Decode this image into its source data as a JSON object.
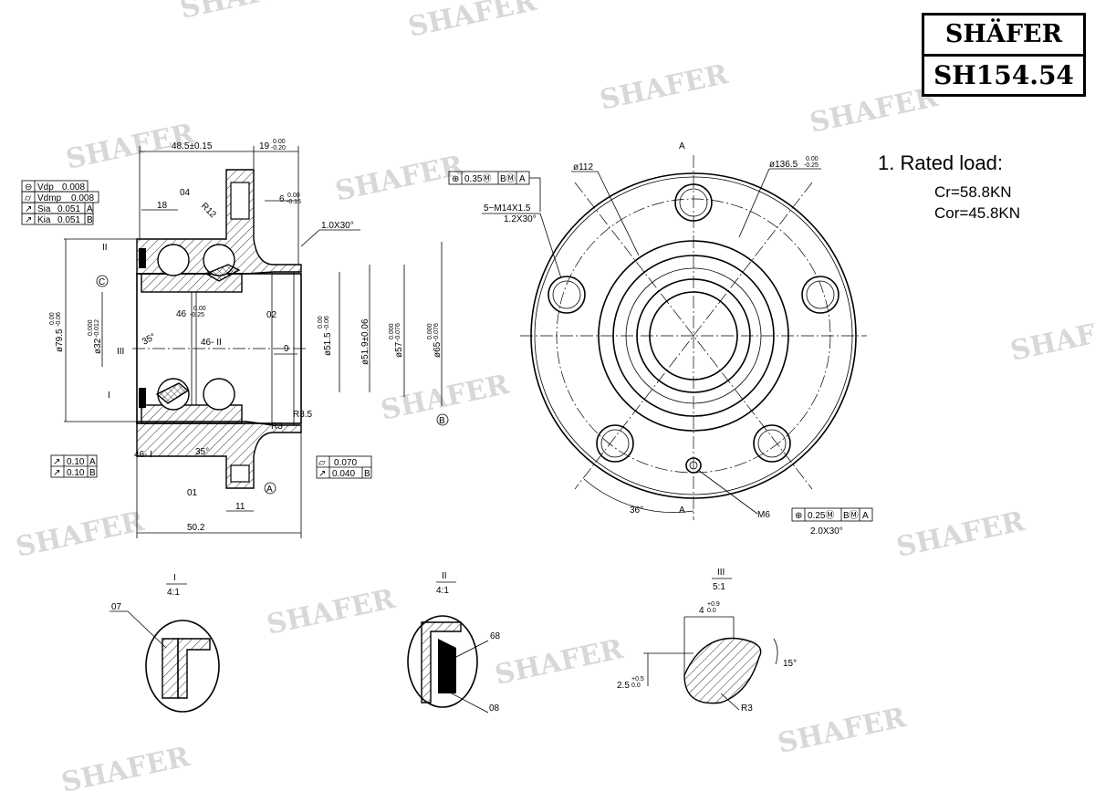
{
  "title_block": {
    "brand": "SHÄFER",
    "part_number": "SH154.54"
  },
  "rated_load": {
    "heading": "1. Rated load:",
    "cr": "Cr=58.8KN",
    "cor": "Cor=45.8KN"
  },
  "watermark": "SHAFER",
  "section_view": {
    "tolerance_table": [
      {
        "symbol": "⊖",
        "label": "Vdp",
        "value": "0.008",
        "ref": ""
      },
      {
        "symbol": "⌭",
        "label": "Vdmp",
        "value": "0.008",
        "ref": ""
      },
      {
        "symbol": "↗",
        "label": "Sia",
        "value": "0.051",
        "ref": "A"
      },
      {
        "symbol": "↗",
        "label": "Kia",
        "value": "0.051",
        "ref": "B"
      }
    ],
    "dims": {
      "width_48": "48.5±0.15",
      "flange_19": "19",
      "flange_19_up": "0.00",
      "flange_19_lo": "-0.20",
      "d18": "18",
      "p04": "04",
      "r12": "R12",
      "d6": "6",
      "d6_up": "0.00",
      "d6_lo": "-0.15",
      "chamfer": "1.0X30°",
      "detail_II": "II",
      "datum_C": "C",
      "d79": "ø79.5",
      "d79_up": "0.00",
      "d79_lo": "-0.06",
      "d32": "ø32",
      "d32_up": "0.000",
      "d32_lo": "-0.012",
      "w46": "46",
      "w46_up": "0.00",
      "w46_lo": "-0.25",
      "p02": "02",
      "w46_II": "46- II",
      "detail_III": "III",
      "ang35a": "35°",
      "d9": "9",
      "d51_5": "ø51.5",
      "d51_5_up": "0.00",
      "d51_5_lo": "-0.06",
      "d51_9": "ø51.9±0.06",
      "d57": "ø57",
      "d57_up": "0.000",
      "d57_lo": "-0.076",
      "d65": "ø65",
      "d65_up": "0.000",
      "d65_lo": "-0.076",
      "detail_I": "I",
      "r3_5": "R3.5",
      "r3": "R3",
      "datum_B": "B",
      "w46_I": "46- I",
      "ang35b": "35°",
      "p01": "01",
      "datum_A": "A",
      "d11": "11",
      "d50_2": "50.2"
    },
    "runout_left": [
      {
        "value": "0.10",
        "ref": "A"
      },
      {
        "value": "0.10",
        "ref": "B"
      }
    ],
    "runout_right": [
      {
        "value": "0.070",
        "ref": ""
      },
      {
        "value": "0.040",
        "ref": "B"
      }
    ]
  },
  "front_view": {
    "section_mark": "A",
    "d112": "ø112",
    "d136": "ø136.5",
    "d136_up": "0.00",
    "d136_lo": "-0.25",
    "pos_tol_top": {
      "value": "0.35Ⓜ",
      "ref1": "BⓂ",
      "ref2": "A"
    },
    "thread": "5−M14X1.5",
    "thread_chamfer": "1.2X30°",
    "angle": "36°",
    "m6": "M6",
    "pos_tol_bottom": {
      "value": "0.25Ⓜ",
      "ref1": "BⓂ",
      "ref2": "A"
    },
    "m6_chamfer": "2.0X30°"
  },
  "details": [
    {
      "id": "I",
      "scale": "4:1",
      "labels": [
        "07"
      ]
    },
    {
      "id": "II",
      "scale": "4:1",
      "labels": [
        "68",
        "08"
      ]
    },
    {
      "id": "III",
      "scale": "5:1",
      "labels": [
        "4",
        "2.5",
        "R3",
        "15°"
      ],
      "tol4_up": "+0.9",
      "tol4_lo": "0.0",
      "tol25_up": "+0.5",
      "tol25_lo": "0.0"
    }
  ]
}
